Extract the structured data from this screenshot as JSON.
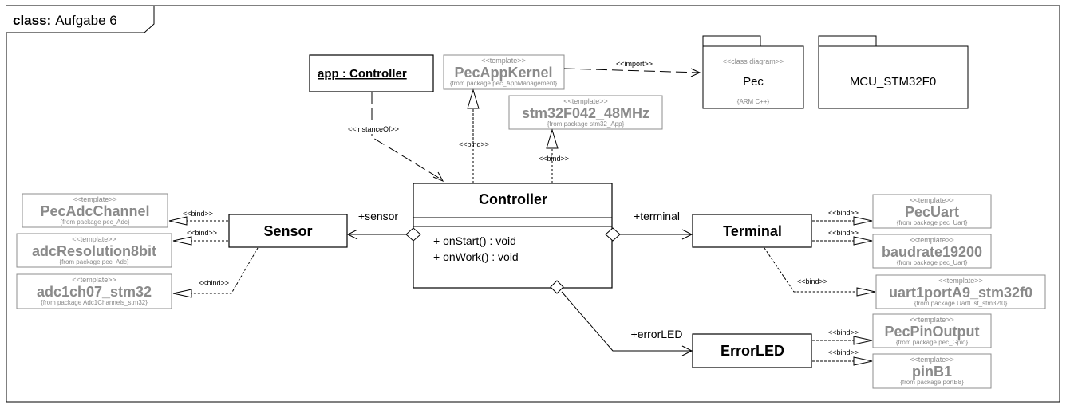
{
  "frame": {
    "kind": "class:",
    "name": "Aufgabe  6"
  },
  "instance": {
    "label": "app : Controller"
  },
  "controller": {
    "name": "Controller",
    "ops": [
      "+ onStart() : void",
      "+ onWork() : void"
    ]
  },
  "classes": {
    "sensor": "Sensor",
    "terminal": "Terminal",
    "errorled": "ErrorLED"
  },
  "packages": {
    "pec": {
      "stereotype": "<<class diagram>>",
      "name": "Pec",
      "note": "{ARM C++}"
    },
    "mcu": {
      "name": "MCU_STM32F0"
    }
  },
  "templates": {
    "stereotype": "<<template>>",
    "appkernel": {
      "name": "PecAppKernel",
      "from": "{from package pec_AppManagement}"
    },
    "stm32": {
      "name": "stm32F042_48MHz",
      "from": "{from package stm32_App}"
    },
    "adcchannel": {
      "name": "PecAdcChannel",
      "from": "{from package pec_Adc}"
    },
    "adcres": {
      "name": "adcResolution8bit",
      "from": "{from package pec_Adc}"
    },
    "adc1ch": {
      "name": "adc1ch07_stm32",
      "from": "{from package Adc1Channels_stm32}"
    },
    "pecuart": {
      "name": "PecUart",
      "from": "{from package pec_Uart}"
    },
    "baud": {
      "name": "baudrate19200",
      "from": "{from package pec_Uart}"
    },
    "uart1": {
      "name": "uart1portA9_stm32f0",
      "from": "{from package UartList_stm32f0}"
    },
    "pinout": {
      "name": "PecPinOutput",
      "from": "{from package pec_Gpio}"
    },
    "pinb1": {
      "name": "pinB1",
      "from": "{from package portB8}"
    }
  },
  "edges": {
    "import": "<<import>>",
    "instanceof": "<<instanceOf>>",
    "bind": "<<bind>>"
  },
  "roles": {
    "sensor": "+sensor",
    "terminal": "+terminal",
    "errorled": "+errorLED"
  }
}
